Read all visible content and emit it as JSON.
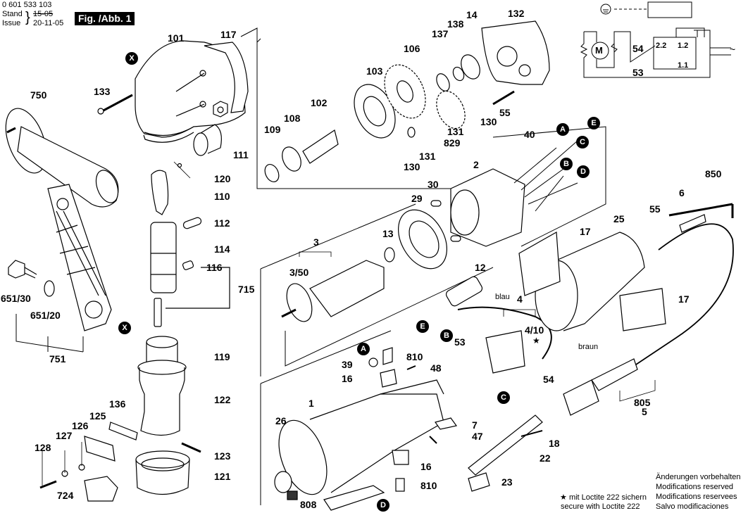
{
  "header": {
    "document_number": "0 601 533 103",
    "stand_label": "Stand",
    "issue_label": "Issue",
    "old_date": "15-05",
    "new_date": "20-11-05",
    "figure_label": "Fig. /Abb. 1"
  },
  "callouts": [
    "X",
    "A",
    "B",
    "C",
    "D",
    "E"
  ],
  "parts": {
    "p101": "101",
    "p117": "117",
    "p133": "133",
    "p750": "750",
    "p111": "111",
    "p120": "120",
    "p110": "110",
    "p112": "112",
    "p114": "114",
    "p116": "116",
    "p715": "715",
    "p651_30": "651/30",
    "p651_20": "651/20",
    "p751": "751",
    "p119": "119",
    "p122": "122",
    "p136": "136",
    "p125": "125",
    "p126": "126",
    "p127": "127",
    "p128": "128",
    "p123": "123",
    "p121": "121",
    "p724": "724",
    "p109": "109",
    "p108": "108",
    "p102": "102",
    "p103": "103",
    "p106": "106",
    "p137": "137",
    "p138": "138",
    "p14": "14",
    "p132": "132",
    "p55a": "55",
    "p130a": "130",
    "p131a": "131",
    "p829": "829",
    "p131b": "131",
    "p130b": "130",
    "p40": "40",
    "p2": "2",
    "p30": "30",
    "p29": "29",
    "p13": "13",
    "p3": "3",
    "p3_50": "3/50",
    "p850": "850",
    "p6": "6",
    "p55b": "55",
    "p25": "25",
    "p17a": "17",
    "p17b": "17",
    "p12": "12",
    "p4": "4",
    "p4_10": "4/10",
    "p53w": "53",
    "p54w": "54",
    "p810a": "810",
    "p39": "39",
    "p48": "48",
    "p16a": "16",
    "p1": "1",
    "p26": "26",
    "p7": "7",
    "p47": "47",
    "p18": "18",
    "p22": "22",
    "p23": "23",
    "p16b": "16",
    "p810b": "810",
    "p808": "808",
    "p805": "805",
    "p5": "5"
  },
  "wires": {
    "blau": "blau",
    "braun": "braun"
  },
  "schematic": {
    "motor": "M",
    "t22": "2.2",
    "t12": "1.2",
    "t11": "1.1",
    "w54": "54",
    "w53": "53"
  },
  "footnote": {
    "star": "★",
    "loctite_de": "mit Loctite 222 sichern",
    "loctite_en": "secure with Loctite 222",
    "mod_de": "Änderungen vorbehalten",
    "mod_en": "Modifications reserved",
    "mod_fr": "Modifications reservees",
    "mod_es": "Salvo modificaciones"
  }
}
